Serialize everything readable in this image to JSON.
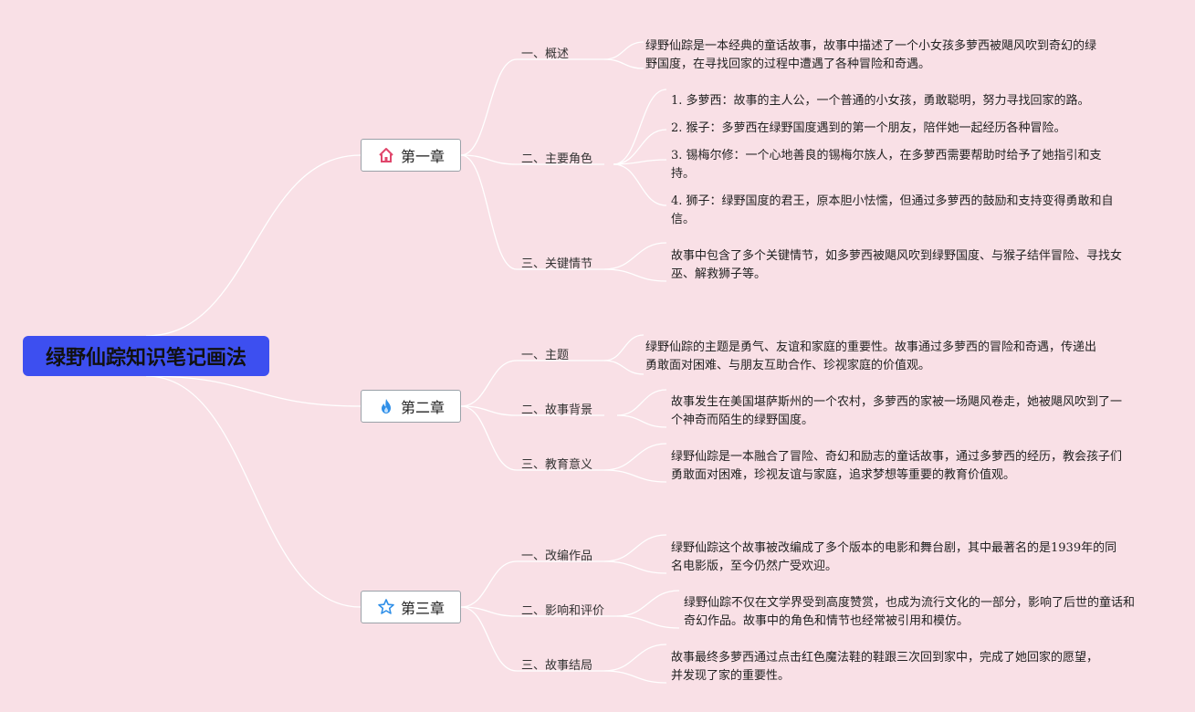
{
  "root": {
    "title": "绿野仙踪知识笔记画法"
  },
  "chapters": [
    {
      "title": "第一章",
      "icon": "house-icon",
      "sections": [
        {
          "title": "一、概述",
          "leaves": [
            "绿野仙踪是一本经典的童话故事，故事中描述了一个小女孩多萝西被飓风吹到奇幻的绿野国度，在寻找回家的过程中遭遇了各种冒险和奇遇。"
          ]
        },
        {
          "title": "二、主要角色",
          "leaves": [
            "1. 多萝西：故事的主人公，一个普通的小女孩，勇敢聪明，努力寻找回家的路。",
            "2. 猴子：多萝西在绿野国度遇到的第一个朋友，陪伴她一起经历各种冒险。",
            "3. 锡梅尔修：一个心地善良的锡梅尔族人，在多萝西需要帮助时给予了她指引和支持。",
            "4. 狮子：绿野国度的君王，原本胆小怯懦，但通过多萝西的鼓励和支持变得勇敢和自信。"
          ]
        },
        {
          "title": "三、关键情节",
          "leaves": [
            "故事中包含了多个关键情节，如多萝西被飓风吹到绿野国度、与猴子结伴冒险、寻找女巫、解救狮子等。"
          ]
        }
      ]
    },
    {
      "title": "第二章",
      "icon": "flame-icon",
      "sections": [
        {
          "title": "一、主题",
          "leaves": [
            "绿野仙踪的主题是勇气、友谊和家庭的重要性。故事通过多萝西的冒险和奇遇，传递出勇敢面对困难、与朋友互助合作、珍视家庭的价值观。"
          ]
        },
        {
          "title": "二、故事背景",
          "leaves": [
            "故事发生在美国堪萨斯州的一个农村，多萝西的家被一场飓风卷走，她被飓风吹到了一个神奇而陌生的绿野国度。"
          ]
        },
        {
          "title": "三、教育意义",
          "leaves": [
            "绿野仙踪是一本融合了冒险、奇幻和励志的童话故事，通过多萝西的经历，教会孩子们勇敢面对困难，珍视友谊与家庭，追求梦想等重要的教育价值观。"
          ]
        }
      ]
    },
    {
      "title": "第三章",
      "icon": "star-icon",
      "sections": [
        {
          "title": "一、改编作品",
          "leaves": [
            "绿野仙踪这个故事被改编成了多个版本的电影和舞台剧，其中最著名的是1939年的同名电影版，至今仍然广受欢迎。"
          ]
        },
        {
          "title": "二、影响和评价",
          "leaves": [
            "绿野仙踪不仅在文学界受到高度赞赏，也成为流行文化的一部分，影响了后世的童话和奇幻作品。故事中的角色和情节也经常被引用和模仿。"
          ]
        },
        {
          "title": "三、故事结局",
          "leaves": [
            "故事最终多萝西通过点击红色魔法鞋的鞋跟三次回到家中，完成了她回家的愿望，并发现了家的重要性。"
          ]
        }
      ]
    }
  ],
  "colors": {
    "background": "#f9e0e6",
    "root_fill": "#3d4ff0",
    "connector": "#ffffff",
    "house_icon": "#e0466b",
    "flame_icon": "#2f8fe8",
    "star_icon": "#2f8fe8"
  }
}
